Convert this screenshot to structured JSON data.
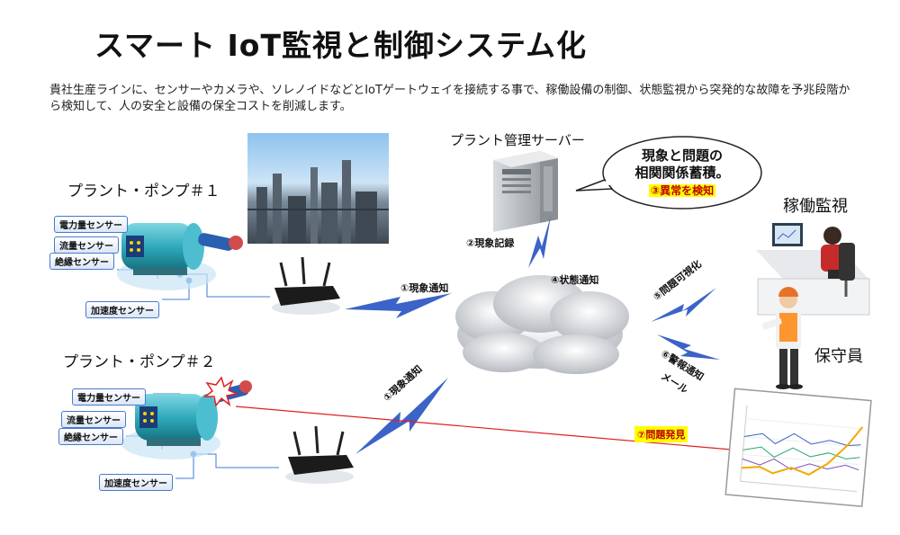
{
  "title": "スマート IoT監視と制御システム化",
  "description": "貴社生産ラインに、センサーやカメラや、ソレノイドなどとIoTゲートウェイを接続する事で、稼働設備の制御、状態監視から突発的な故障を予兆段階から検知して、人の安全と設備の保全コストを削減します。",
  "plants": [
    {
      "name": "プラント・ポンプ＃１",
      "sensors": [
        "電力量センサー",
        "流量センサー",
        "絶縁センサー",
        "加速度センサー"
      ]
    },
    {
      "name": "プラント・ポンプ＃２",
      "sensors": [
        "電力量センサー",
        "流量センサー",
        "絶縁センサー",
        "加速度センサー"
      ]
    }
  ],
  "server": {
    "label": "プラント管理サーバー"
  },
  "bubble": {
    "line1": "現象と問題の",
    "line2": "相関関係蓄積。",
    "highlight": "③異常を検知"
  },
  "comm": {
    "notify1": "①現象通知",
    "notify2": "①現象通知",
    "record": "②現象記録",
    "status": "④状態通知",
    "visualize": "⑤問題可視化",
    "alert": "⑥警報通知",
    "mail": "メール",
    "problem": "⑦問題発見"
  },
  "roles": {
    "monitoring": "稼働監視",
    "maintenance": "保守員"
  },
  "colors": {
    "lightning": "#3b63c8",
    "pump": "#2aa6b8",
    "alert_line": "#e02020",
    "sensor_border": "#4a79c9"
  }
}
